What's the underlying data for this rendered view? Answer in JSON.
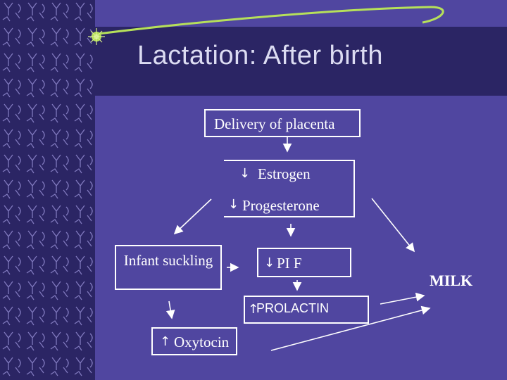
{
  "slide": {
    "title": "Lactation:  After birth",
    "colors": {
      "background": "#5046a0",
      "dark_band": "#2b2564",
      "title_text": "#dcdcf2",
      "line": "#ffffff",
      "accent_curve": "#b6e05a"
    }
  },
  "diagram": {
    "delivery": "Delivery of placenta",
    "estrogen": "Estrogen",
    "progesterone": "Progesterone",
    "infant": "Infant suckling",
    "pif": "PI F",
    "prolactin": "PROLACTIN",
    "oxytocin": "Oxytocin",
    "milk": "MILK",
    "down_arrow": "↓",
    "up_arrow": "↑"
  },
  "icons": [
    "sparkle-icon",
    "decorative-pattern"
  ]
}
